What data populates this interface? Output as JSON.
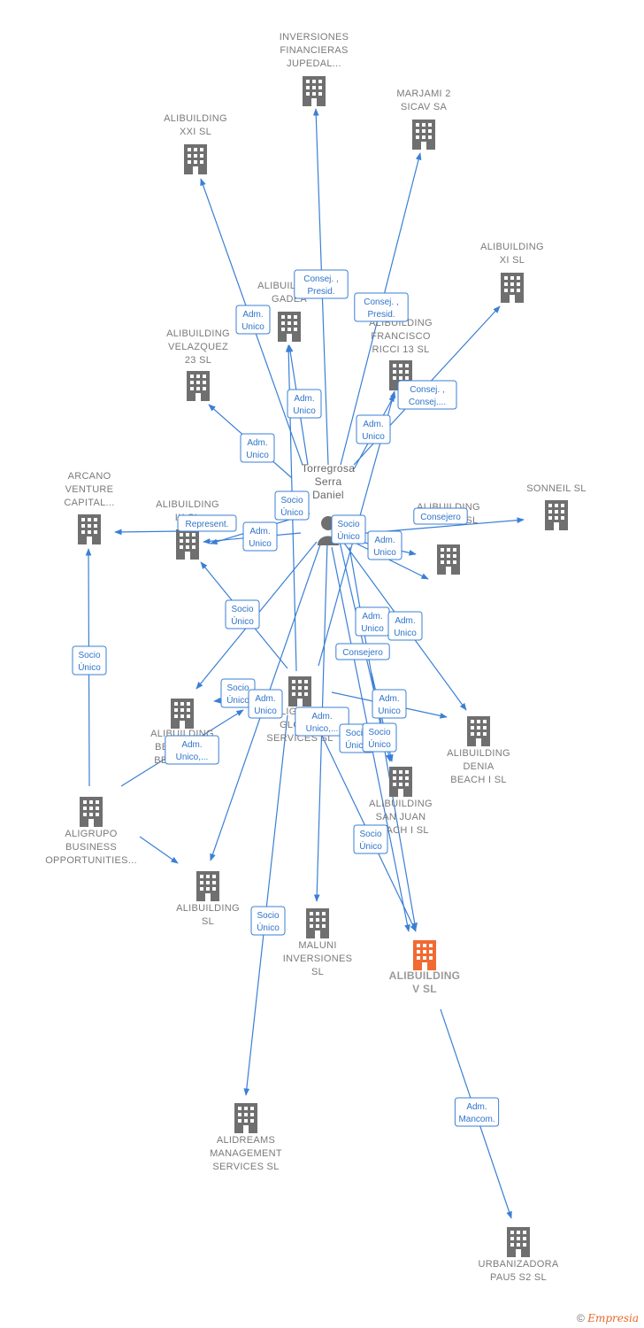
{
  "colors": {
    "edge": "#3a7fd5",
    "building": "#6f6f6f",
    "focus_building": "#f06a32",
    "person": "#6f6f6f"
  },
  "nodes": [
    {
      "id": "person",
      "kind": "person",
      "icon": "person-icon",
      "lines": [
        "Torregrosa",
        "Serra",
        "Daniel"
      ]
    },
    {
      "id": "jupedal",
      "kind": "company",
      "icon": "building-icon",
      "lines": [
        "INVERSIONES",
        "FINANCIERAS",
        "JUPEDAL..."
      ]
    },
    {
      "id": "marjami",
      "kind": "company",
      "icon": "building-icon",
      "lines": [
        "MARJAMI 2",
        "SICAV SA"
      ]
    },
    {
      "id": "xxi",
      "kind": "company",
      "icon": "building-icon",
      "lines": [
        "ALIBUILDING",
        "XXI  SL"
      ]
    },
    {
      "id": "xi",
      "kind": "company",
      "icon": "building-icon",
      "lines": [
        "ALIBUILDING",
        "XI  SL"
      ]
    },
    {
      "id": "gadea",
      "kind": "company",
      "icon": "building-icon",
      "lines": [
        "ALIBUILDING",
        "GADEA"
      ]
    },
    {
      "id": "ricci",
      "kind": "company",
      "icon": "building-icon",
      "lines": [
        "ALIBUILDING",
        "FRANCISCO",
        "RICCI 13  SL"
      ]
    },
    {
      "id": "velazquez",
      "kind": "company",
      "icon": "building-icon",
      "lines": [
        "ALIBUILDING",
        "VELAZQUEZ",
        "23  SL"
      ]
    },
    {
      "id": "arcano",
      "kind": "company",
      "icon": "building-icon",
      "lines": [
        "ARCANO",
        "VENTURE",
        "CAPITAL..."
      ]
    },
    {
      "id": "ix",
      "kind": "company",
      "icon": "building-icon",
      "lines": [
        "ALIBUILDING",
        "IX  SL"
      ]
    },
    {
      "id": "sonneil",
      "kind": "company",
      "icon": "building-icon",
      "lines": [
        "SONNEIL  SL"
      ]
    },
    {
      "id": "beach2",
      "kind": "company",
      "icon": "building-icon",
      "lines": [
        "ALIBUILDING",
        "BEACH II  SL"
      ]
    },
    {
      "id": "global",
      "kind": "company",
      "icon": "building-icon",
      "lines": [
        "ALIGRUPO",
        "GLOBAL",
        "SERVICES  SL"
      ]
    },
    {
      "id": "beach1b",
      "kind": "company",
      "icon": "building-icon",
      "lines": [
        "ALIBUILDING",
        "BENIDORM",
        "BEACH I  SL"
      ]
    },
    {
      "id": "denia",
      "kind": "company",
      "icon": "building-icon",
      "lines": [
        "ALIBUILDING",
        "DENIA",
        "BEACH I  SL"
      ]
    },
    {
      "id": "sanjuan",
      "kind": "company",
      "icon": "building-icon",
      "lines": [
        "ALIBUILDING",
        "SAN JUAN",
        "BEACH I  SL"
      ]
    },
    {
      "id": "aligrupo_bo",
      "kind": "company",
      "icon": "building-icon",
      "lines": [
        "ALIGRUPO",
        "BUSINESS",
        "OPPORTUNITIES..."
      ]
    },
    {
      "id": "ali_sl",
      "kind": "company",
      "icon": "building-icon",
      "lines": [
        "ALIBUILDING",
        "SL"
      ]
    },
    {
      "id": "maluni",
      "kind": "company",
      "icon": "building-icon",
      "lines": [
        "MALUNI",
        "INVERSIONES",
        "SL"
      ]
    },
    {
      "id": "v",
      "kind": "focus",
      "icon": "building-icon",
      "lines": [
        "ALIBUILDING",
        "V  SL"
      ]
    },
    {
      "id": "alidreams",
      "kind": "company",
      "icon": "building-icon",
      "lines": [
        "ALIDREAMS",
        "MANAGEMENT",
        "SERVICES  SL"
      ]
    },
    {
      "id": "pau5",
      "kind": "company",
      "icon": "building-icon",
      "lines": [
        "URBANIZADORA",
        "PAU5 S2  SL"
      ]
    }
  ],
  "edge_labels": [
    {
      "lines": [
        "Consej. ,",
        "Presid."
      ]
    },
    {
      "lines": [
        "Consej. ,",
        "Presid."
      ]
    },
    {
      "lines": [
        "Adm.",
        "Unico"
      ]
    },
    {
      "lines": [
        "Consej. ,",
        "Consej...."
      ]
    },
    {
      "lines": [
        "Adm.",
        "Unico"
      ]
    },
    {
      "lines": [
        "Adm.",
        "Unico"
      ]
    },
    {
      "lines": [
        "Adm.",
        "Unico"
      ]
    },
    {
      "lines": [
        "Socio",
        "Único"
      ]
    },
    {
      "lines": [
        "Represent."
      ]
    },
    {
      "lines": [
        "Adm.",
        "Unico"
      ]
    },
    {
      "lines": [
        "Socio",
        "Único"
      ]
    },
    {
      "lines": [
        "Consejero"
      ]
    },
    {
      "lines": [
        "Adm.",
        "Unico"
      ]
    },
    {
      "lines": [
        "Socio",
        "Único"
      ]
    },
    {
      "lines": [
        "Socio",
        "Único"
      ]
    },
    {
      "lines": [
        "Adm.",
        "Unico"
      ]
    },
    {
      "lines": [
        "Adm.",
        "Unico"
      ]
    },
    {
      "lines": [
        "Consejero"
      ]
    },
    {
      "lines": [
        "Socio",
        "Único"
      ]
    },
    {
      "lines": [
        "Adm.",
        "Unico"
      ]
    },
    {
      "lines": [
        "Adm.",
        "Unico,..."
      ]
    },
    {
      "lines": [
        "Socio",
        "Único"
      ]
    },
    {
      "lines": [
        "Adm.",
        "Unico"
      ]
    },
    {
      "lines": [
        "Adm.",
        "Unico,..."
      ]
    },
    {
      "lines": [
        "Socio",
        "Único"
      ]
    },
    {
      "lines": [
        "Socio",
        "Único"
      ]
    },
    {
      "lines": [
        "Socio",
        "Único"
      ]
    },
    {
      "lines": [
        "Adm.",
        "Mancom."
      ]
    }
  ],
  "footer": {
    "copyright": "©",
    "brand": "Empresia"
  }
}
